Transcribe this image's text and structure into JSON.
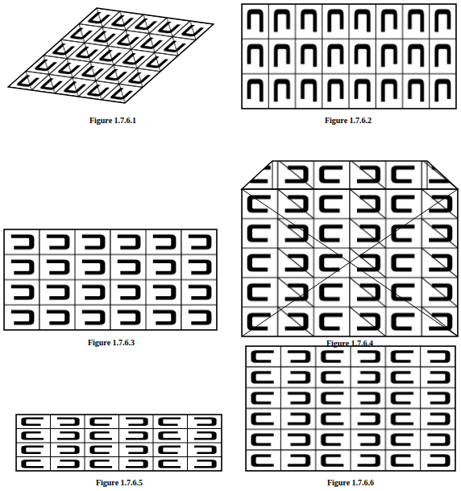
{
  "diagram": {
    "labels": [
      "Figure 1.7.6.1",
      "Figure 1.7.6.2",
      "Figure 1.7.6.3",
      "Figure 1.7.6.4",
      "Figure 1.7.6.5",
      "Figure 1.7.6.6"
    ]
  }
}
